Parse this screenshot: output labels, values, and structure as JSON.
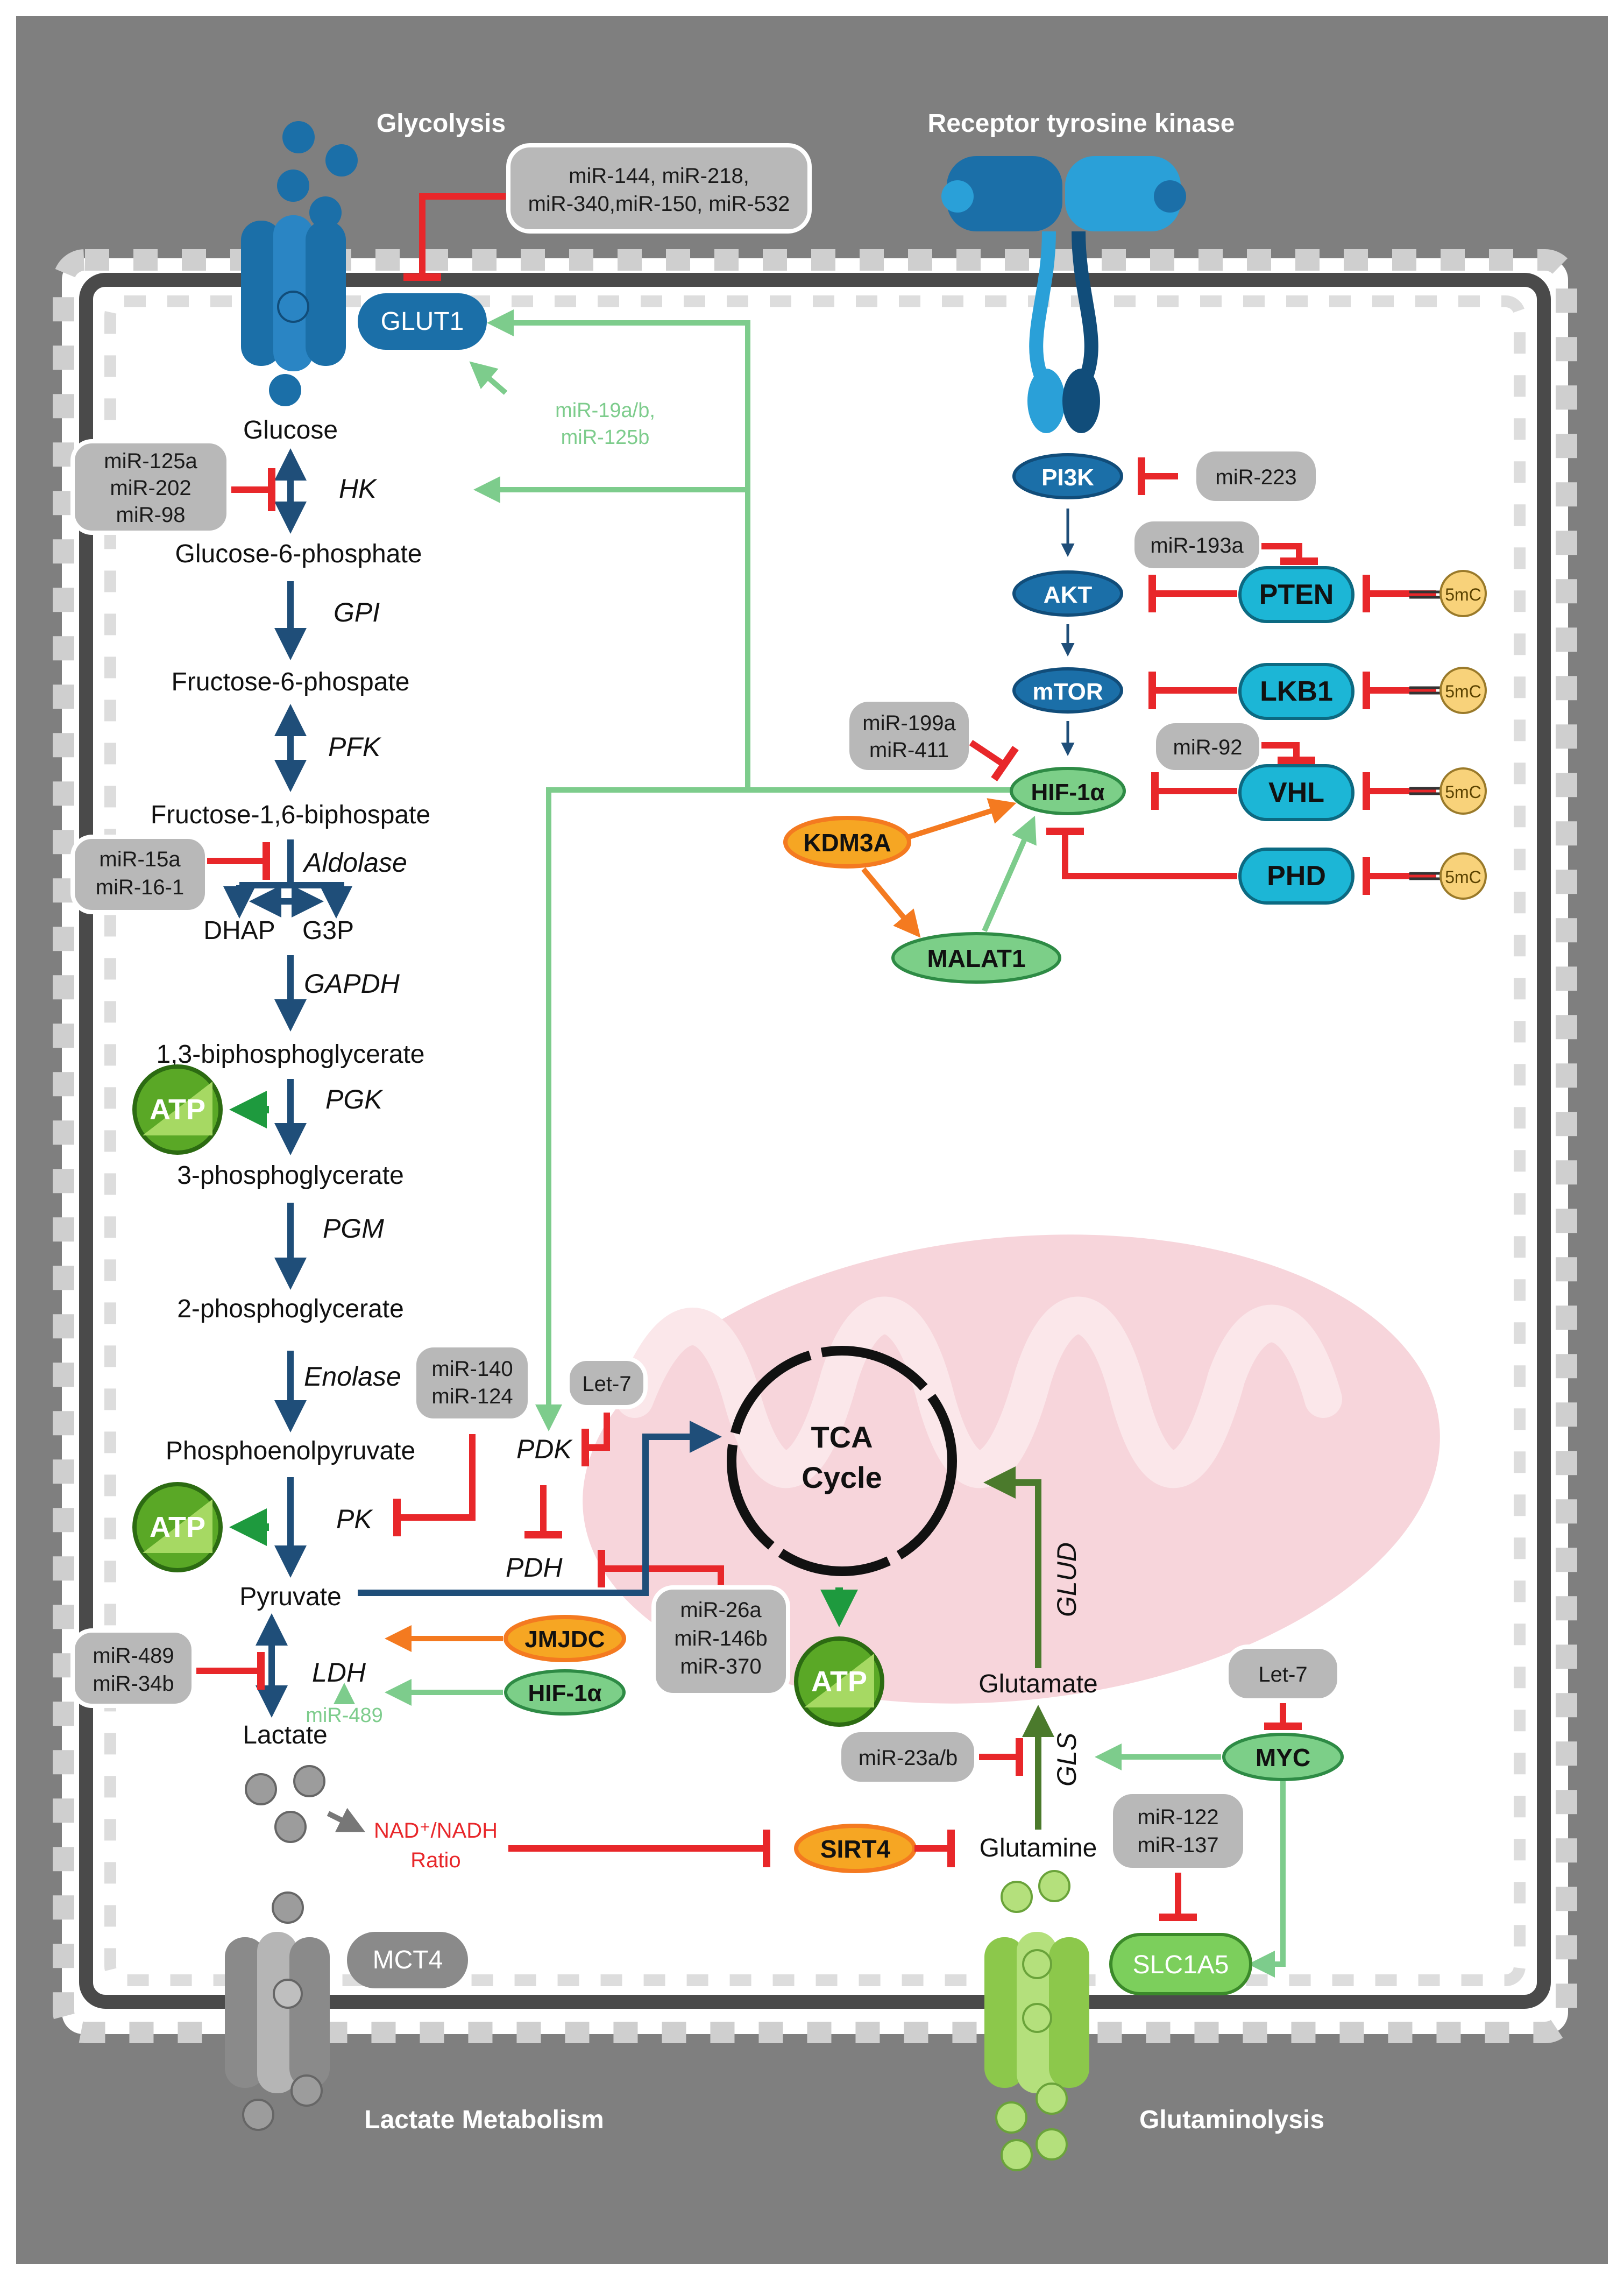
{
  "sections": {
    "glycolysis": "Glycolysis",
    "rtk": "Receptor tyrosine kinase",
    "lactate_metabolism": "Lactate Metabolism",
    "glutaminolysis": "Glutaminolysis"
  },
  "metabolites": {
    "glucose": "Glucose",
    "g6p": "Glucose-6-phosphate",
    "f6p": "Fructose-6-phospate",
    "f16bp": "Fructose-1,6-biphospate",
    "dhap": "DHAP",
    "g3p": "G3P",
    "bpg13": "1,3-biphosphoglycerate",
    "pg3": "3-phosphoglycerate",
    "pg2": "2-phosphoglycerate",
    "pep": "Phosphoenolpyruvate",
    "pyruvate": "Pyruvate",
    "lactate": "Lactate",
    "glutamate": "Glutamate",
    "glutamine": "Glutamine",
    "nad_line1": "NAD⁺/NADH",
    "nad_line2": "Ratio"
  },
  "enzymes": {
    "hk": "HK",
    "gpi": "GPI",
    "pfk": "PFK",
    "aldolase": "Aldolase",
    "gapdh": "GAPDH",
    "pgk": "PGK",
    "pgm": "PGM",
    "enolase": "Enolase",
    "pk": "PK",
    "pdk": "PDK",
    "pdh": "PDH",
    "ldh": "LDH",
    "glud": "GLUD",
    "gls": "GLS"
  },
  "mirnas": {
    "glut1_line1": "miR-144, miR-218,",
    "glut1_line2": "miR-340,miR-150, miR-532",
    "hk_1": "miR-125a",
    "hk_2": "miR-202",
    "hk_3": "miR-98",
    "mir19_line1": "miR-19a/b,",
    "mir19_line2": "miR-125b",
    "aldo_1": "miR-15a",
    "aldo_2": "miR-16-1",
    "pk_1": "miR-140",
    "pk_2": "miR-124",
    "pdk_let7": "Let-7",
    "pdh_1": "miR-26a",
    "pdh_2": "miR-146b",
    "pdh_3": "miR-370",
    "ldh_1": "miR-489",
    "ldh_2": "miR-34b",
    "ldh_small": "miR-489",
    "pi3k": "miR-223",
    "pten": "miR-193a",
    "hif_1": "miR-199a",
    "hif_2": "miR-411",
    "vhl": "miR-92",
    "myc_let7": "Let-7",
    "gls": "miR-23a/b",
    "slc_1": "miR-122",
    "slc_2": "miR-137"
  },
  "proteins": {
    "glut1": "GLUT1",
    "pi3k": "PI3K",
    "akt": "AKT",
    "mtor": "mTOR",
    "hif1a": "HIF-1α",
    "hif1a_lower": "HIF-1α",
    "pten": "PTEN",
    "lkb1": "LKB1",
    "vhl": "VHL",
    "phd": "PHD",
    "kdm3a": "KDM3A",
    "malat1": "MALAT1",
    "jmjdc": "JMJDC",
    "sirt4": "SIRT4",
    "myc": "MYC",
    "slc1a5": "SLC1A5",
    "mct4": "MCT4",
    "atp": "ATP",
    "tca_line1": "TCA",
    "tca_line2": "Cycle",
    "methyl": "5mC"
  },
  "colors": {
    "background": "#7f7f7f",
    "cell": "#ffffff",
    "membrane": "#4a4a4a",
    "inhibit": "#e8272a",
    "activate": "#7dcc8c",
    "pathway": "#1f4e79",
    "orange": "#f47a20",
    "kinase_blue": "#1b6fa8",
    "cyan": "#1cb6d6",
    "green_node": "#7ccf88",
    "mito": "#f7d5db",
    "mirna_box": "#b8b8b8",
    "methyl": "#f8d27a"
  }
}
